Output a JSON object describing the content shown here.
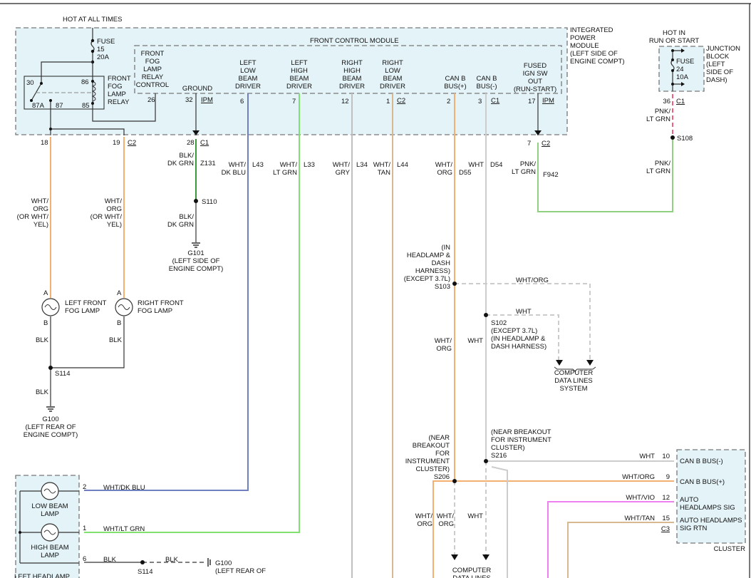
{
  "colors": {
    "module_fill": "#e4f3f8",
    "wht_org": "#f4b070",
    "wht_dk_blu": "#6f7fc0",
    "wht_lt_grn": "#80e070",
    "wht_gry": "#c0c0c0",
    "wht_tan": "#d8b890",
    "wht": "#cccccc",
    "wht_vio": "#f080f0",
    "blk_dk_grn": "#3a9a3a",
    "pnk": "#f06080",
    "pnk_lt_grn": "#90d080",
    "blk": "#555555"
  },
  "labels": {
    "hot_all": [
      "HOT AT ALL TIMES"
    ],
    "fuse15": [
      "FUSE",
      "15",
      "20A"
    ],
    "ipm": [
      "INTEGRATED",
      "POWER",
      "MODULE",
      "(LEFT SIDE OF",
      "ENGINE COMPT)"
    ],
    "fcm": [
      "FRONT CONTROL MODULE"
    ],
    "relay": [
      "FRONT",
      "FOG",
      "LAMP",
      "RELAY"
    ],
    "relay_pins": {
      "p30": "30",
      "p86": "86",
      "p87a": "87A",
      "p87": "87",
      "p85": "85"
    },
    "fcm_pins": [
      {
        "name": [
          "FRONT",
          "FOG",
          "LAMP",
          "RELAY",
          "CONTROL"
        ],
        "pin": "26"
      },
      {
        "name": [
          "GROUND"
        ],
        "pin": "32",
        "conn": "IPM"
      },
      {
        "name": [
          "LEFT",
          "LOW",
          "BEAM",
          "DRIVER"
        ],
        "pin": "6"
      },
      {
        "name": [
          "LEFT",
          "HIGH",
          "BEAM",
          "DRIVER"
        ],
        "pin": "7"
      },
      {
        "name": [
          "RIGHT",
          "HIGH",
          "BEAM",
          "DRIVER"
        ],
        "pin": "12"
      },
      {
        "name": [
          "RIGHT",
          "LOW",
          "BEAM",
          "DRIVER"
        ],
        "pin": "1",
        "conn": "C2"
      },
      {
        "name": [
          "CAN B",
          "BUS(+)"
        ],
        "pin": "2"
      },
      {
        "name": [
          "CAN B",
          "BUS(-)"
        ],
        "pin": "3",
        "conn": "C1"
      },
      {
        "name": [
          "FUSED",
          "IGN SW",
          "OUT",
          "(RUN-START)"
        ],
        "pin": "17",
        "conn": "IPM"
      }
    ],
    "ipm_out": {
      "p18": "18",
      "p19": "19",
      "c2": "C2",
      "p28": "28",
      "c1": "C1",
      "p7": "7",
      "c2b": "C2"
    },
    "wires": {
      "w18": [
        "WHT/",
        "ORG",
        "(OR WHT/",
        "YEL)"
      ],
      "w19": [
        "WHT/",
        "ORG",
        "(OR WHT/",
        "YEL)"
      ],
      "z131c": [
        "BLK/",
        "DK GRN"
      ],
      "z131": [
        "Z131"
      ],
      "l43c": [
        "WHT/",
        "DK BLU"
      ],
      "l43": [
        "L43"
      ],
      "l33c": [
        "WHT/",
        "LT GRN"
      ],
      "l33": [
        "L33"
      ],
      "l34c": [
        "WHT/",
        "GRY"
      ],
      "l34": [
        "L34"
      ],
      "l44c": [
        "WHT/",
        "TAN"
      ],
      "l44": [
        "L44"
      ],
      "d55c": [
        "WHT/",
        "ORG"
      ],
      "d55": [
        "D55"
      ],
      "d54c": [
        "WHT"
      ],
      "d54": [
        "D54"
      ],
      "f942c": [
        "PNK/",
        "LT GRN"
      ],
      "f942": [
        "F942"
      ],
      "g101c": [
        "BLK/",
        "DK GRN"
      ]
    },
    "s110": [
      "S110"
    ],
    "g101": [
      "G101",
      "(LEFT SIDE OF",
      "ENGINE COMPT)"
    ],
    "lfog": [
      "LEFT FRONT",
      "FOG LAMP"
    ],
    "rfog": [
      "RIGHT FRONT",
      "FOG LAMP"
    ],
    "fogpins": {
      "a": "A",
      "b": "B"
    },
    "blk": "BLK",
    "s114": [
      "S114"
    ],
    "g100": [
      "G100",
      "(LEFT REAR OF",
      "ENGINE COMPT)"
    ],
    "hot_run": [
      "HOT IN",
      "RUN OR START"
    ],
    "fuse24": [
      "FUSE",
      "24",
      "10A"
    ],
    "jb": [
      "JUNCTION",
      "BLOCK",
      "(LEFT",
      "SIDE OF",
      "DASH)"
    ],
    "jb_pin": "36",
    "jb_conn": "C1",
    "pnk1": [
      "PNK/",
      "LT GRN"
    ],
    "pnk2": [
      "PNK/",
      "LT GRN"
    ],
    "s108": [
      "S108"
    ],
    "s103": [
      "(IN",
      "HEADLAMP &",
      "DASH",
      "HARNESS)",
      "(EXCEPT 3.7L)",
      "S103"
    ],
    "s103w": [
      "WHT/ORG"
    ],
    "s102w": [
      "WHT"
    ],
    "s102": [
      "S102",
      "(EXCEPT 3.7L)",
      "(IN HEADLAMP &",
      "DASH HARNESS)"
    ],
    "canorg_mid": [
      "WHT/",
      "ORG"
    ],
    "canwht_mid": [
      "WHT"
    ],
    "cdl1": [
      "COMPUTER",
      "DATA LINES",
      "SYSTEM"
    ],
    "s206": [
      "(NEAR",
      "BREAKOUT",
      "FOR",
      "INSTRUMENT",
      "CLUSTER)",
      "S206"
    ],
    "s216": [
      "(NEAR BREAKOUT",
      "FOR INSTRUMENT",
      "CLUSTER)",
      "S216"
    ],
    "low_org1": [
      "WHT/",
      "ORG"
    ],
    "low_org2": [
      "WHT/",
      "ORG"
    ],
    "low_wht": [
      "WHT"
    ],
    "cdl2": [
      "COMPUTER",
      "DATA LINES"
    ],
    "cluster": {
      "title": "CLUSTER",
      "conn": "C3",
      "pins": [
        {
          "wire": "WHT",
          "pin": "10",
          "name": [
            "CAN B BUS(-)"
          ]
        },
        {
          "wire": "WHT/ORG",
          "pin": "9",
          "name": [
            "CAN B BUS(+)"
          ]
        },
        {
          "wire": "WHT/VIO",
          "pin": "12",
          "name": [
            "AUTO",
            "HEADLAMPS SIG"
          ]
        },
        {
          "wire": "WHT/TAN",
          "pin": "15",
          "name": [
            "AUTO HEADLAMPS",
            "SIG RTN"
          ]
        }
      ]
    },
    "headlamp": {
      "title": [
        "LEFT HEADLAMP"
      ],
      "low": [
        "LOW BEAM",
        "LAMP"
      ],
      "high": [
        "HIGH BEAM",
        "LAMP"
      ],
      "p2": "2",
      "p1": "1",
      "p6": "6",
      "w2": "WHT/DK BLU",
      "w1": "WHT/LT GRN",
      "w6": "BLK",
      "w6b": "BLK",
      "s114": "S114",
      "g100": [
        "G100",
        "(LEFT REAR OF"
      ]
    }
  }
}
